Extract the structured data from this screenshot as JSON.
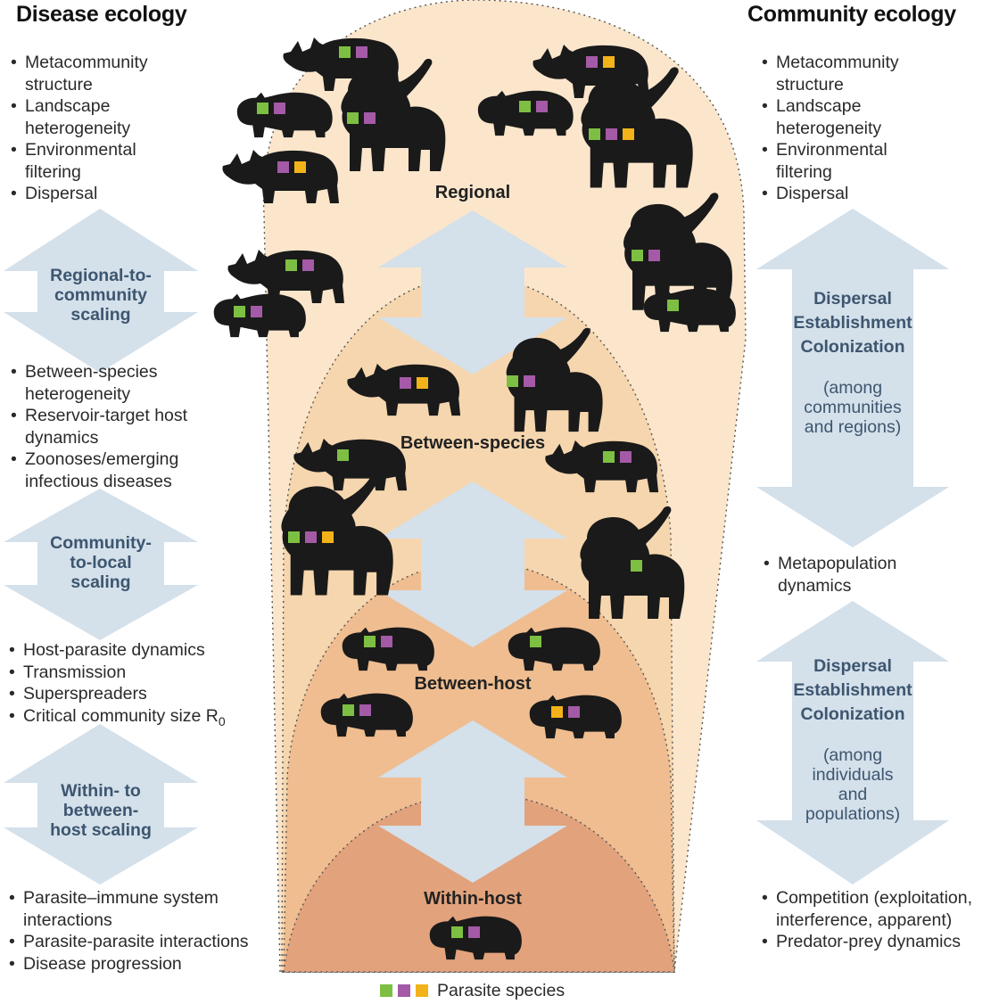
{
  "left": {
    "title": "Disease ecology",
    "regional_bullets": [
      "Metacommunity structure",
      "Landscape heterogeneity",
      "Environmental filtering",
      "Dispersal"
    ],
    "arrow1": [
      "Regional-to-",
      "community",
      "scaling"
    ],
    "community_bullets": [
      "Between-species heterogeneity",
      "Reservoir-target host dynamics",
      "Zoonoses/emerging infectious diseases"
    ],
    "arrow2": [
      "Community-",
      "to-local",
      "scaling"
    ],
    "local_bullets": [
      "Host-parasite dynamics",
      "Transmission",
      "Superspreaders",
      "Critical community size R"
    ],
    "r0_subscript": "0",
    "arrow3": [
      "Within- to",
      "between-",
      "host scaling"
    ],
    "host_bullets": [
      "Parasite–immune system interactions",
      "Parasite-parasite interactions",
      "Disease progression"
    ]
  },
  "right": {
    "title": "Community ecology",
    "regional_bullets": [
      "Metacommunity structure",
      "Landscape heterogeneity",
      "Environmental filtering",
      "Dispersal"
    ],
    "arrow1": [
      "Dispersal",
      "Establishment",
      "Colonization"
    ],
    "arrow1_sub": [
      "(among",
      "communities",
      "and regions)"
    ],
    "middle_bullets": [
      "Metapopulation dynamics"
    ],
    "arrow2": [
      "Dispersal",
      "Establishment",
      "Colonization"
    ],
    "arrow2_sub": [
      "(among",
      "individuals",
      "and",
      "populations)"
    ],
    "host_bullets": [
      "Competition (exploitation, interference, apparent)",
      "Predator-prey dynamics"
    ]
  },
  "levels": {
    "regional": "Regional",
    "between_species": "Between-species",
    "between_host": "Between-host",
    "within_host": "Within-host"
  },
  "legend": {
    "label": "Parasite species"
  },
  "colors": {
    "green": "#7dbf42",
    "purple": "#a45aa6",
    "yellow": "#f2b31a",
    "arrow": "#d4e0ea",
    "arrow_text": "#3d5670",
    "zone_regional": "#fbe6cc",
    "zone_species": "#f6d6ae",
    "zone_host": "#efbd90",
    "zone_within": "#e2a27c",
    "animal": "#1a1a1a"
  }
}
